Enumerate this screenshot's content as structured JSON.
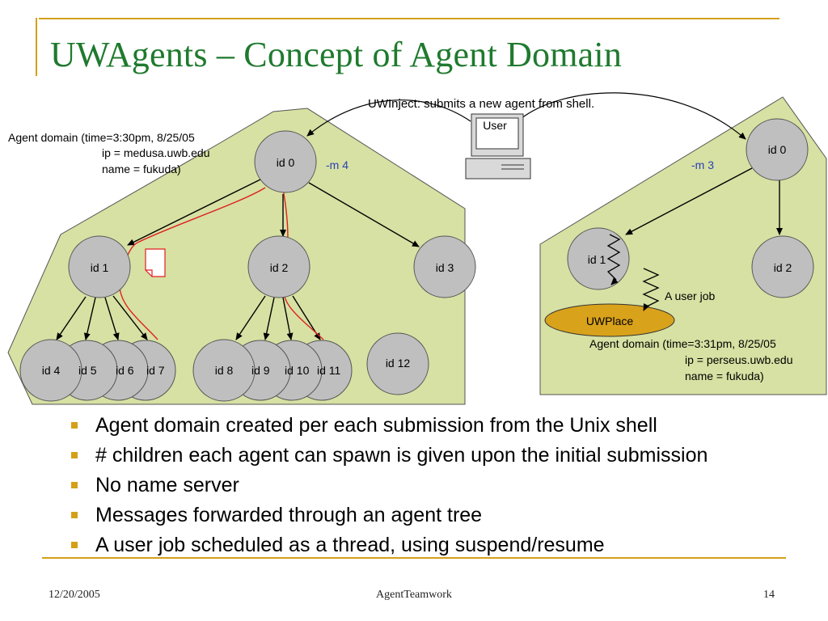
{
  "title": "UWAgents – Concept of  Agent Domain",
  "diagram": {
    "uwinject_label": "UWInject: submits a new agent from shell.",
    "user_label": "User",
    "left_domain": {
      "info_line1": "Agent domain (time=3:30pm, 8/25/05",
      "info_line2": "ip = medusa.uwb.edu",
      "info_line3": "name = fukuda)",
      "m_label": "-m 4",
      "nodes": {
        "id0": "id 0",
        "id1": "id 1",
        "id2": "id 2",
        "id3": "id 3",
        "id4": "id 4",
        "id5": "id 5",
        "id6": "id 6",
        "id7": "id 7",
        "id8": "id 8",
        "id9": "id 9",
        "id10": "id 10",
        "id11": "id 11",
        "id12": "id 12"
      }
    },
    "right_domain": {
      "info_line1": "Agent domain (time=3:31pm, 8/25/05",
      "info_line2": "ip = perseus.uwb.edu",
      "info_line3": "name = fukuda)",
      "m_label": "-m 3",
      "nodes": {
        "id0": "id 0",
        "id1": "id 1",
        "id2": "id 2"
      },
      "uwplace_label": "UWPlace",
      "user_job_label": "A user job"
    }
  },
  "bullets": [
    "Agent domain created per each submission from the Unix shell",
    "# children each agent can spawn is given upon the initial submission",
    "No name server",
    "Messages forwarded through an agent tree",
    "A user job scheduled as a thread, using suspend/resume"
  ],
  "footer": {
    "date": "12/20/2005",
    "center": "AgentTeamwork",
    "page": "14"
  },
  "colors": {
    "title": "#1f7a2e",
    "accent_rule": "#d4a017",
    "domain_fill": "#d6e1a3",
    "node_fill": "#bfbfbf",
    "uwplace_fill": "#d9a21b",
    "message_path": "#e02020",
    "m_label": "#2a3fb5"
  }
}
